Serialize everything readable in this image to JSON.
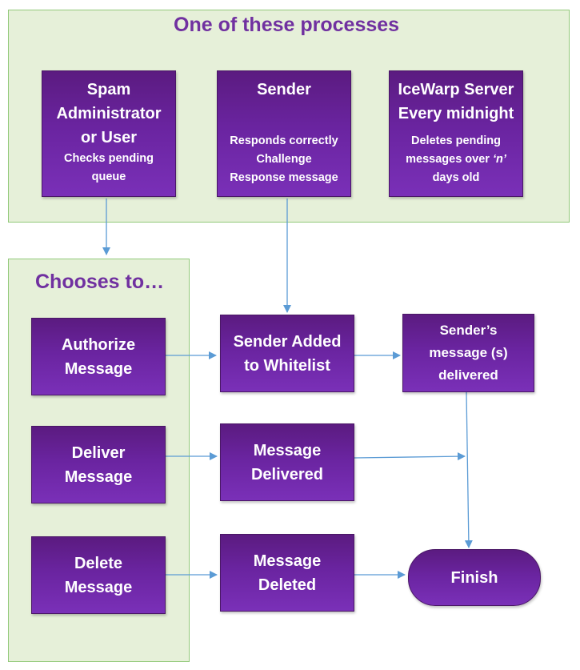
{
  "top_panel": {
    "title": "One of these processes"
  },
  "left_panel": {
    "title": "Chooses to…"
  },
  "processes": [
    {
      "title": "Spam\nAdministrator\nor User",
      "desc": "Checks pending\nqueue"
    },
    {
      "title": "Sender",
      "desc": "Responds correctly\nChallenge\nResponse message"
    },
    {
      "title": "IceWarp Server\nEvery midnight",
      "desc_pre": "Deletes pending\nmessages over ",
      "desc_n": "‘n’",
      "desc_post": "\ndays old"
    }
  ],
  "choices": [
    {
      "label": "Authorize\nMessage"
    },
    {
      "label": "Deliver\nMessage"
    },
    {
      "label": "Delete\nMessage"
    }
  ],
  "results": [
    {
      "label": "Sender Added\nto Whitelist"
    },
    {
      "label": "Message\nDelivered"
    },
    {
      "label": "Message\nDeleted"
    }
  ],
  "delivered": {
    "label": "Sender’s\nmessage (s)\ndelivered"
  },
  "finish": {
    "label": "Finish"
  },
  "colors": {
    "panel_fill": "#e6f0d9",
    "panel_border": "#92c97a",
    "box_purple": "#6a24a0",
    "title_purple": "#7030a0",
    "arrow_blue": "#5b9bd5"
  }
}
